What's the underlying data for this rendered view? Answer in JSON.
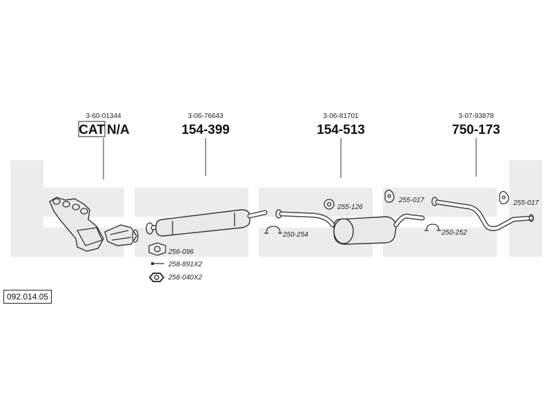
{
  "diagram_id": "092.014.05",
  "sections": [
    {
      "oem": "3-60-01344",
      "cat": "CAT",
      "part": "N/A",
      "label": "CAT N/A"
    },
    {
      "oem": "3-06-76643",
      "part": "154-399"
    },
    {
      "oem": "3-06-81701",
      "part": "154-513"
    },
    {
      "oem": "3-07-93878",
      "part": "750-173"
    }
  ],
  "accessories": [
    {
      "code": "256-096",
      "icon": "gasket-icon"
    },
    {
      "code": "258-891X2",
      "icon": "bolt-icon"
    },
    {
      "code": "258-040X2",
      "icon": "nut-icon"
    },
    {
      "code": "250-254",
      "icon": "clamp-icon"
    },
    {
      "code": "255-126",
      "icon": "rubber-hanger-icon"
    },
    {
      "code": "255-017",
      "icon": "rubber-hanger-icon"
    },
    {
      "code": "250-252",
      "icon": "clamp-icon"
    },
    {
      "code": "255-017",
      "icon": "rubber-hanger-icon"
    }
  ],
  "colors": {
    "ink": "#222222",
    "pipe": "#444444",
    "watermark": "#ececec"
  }
}
